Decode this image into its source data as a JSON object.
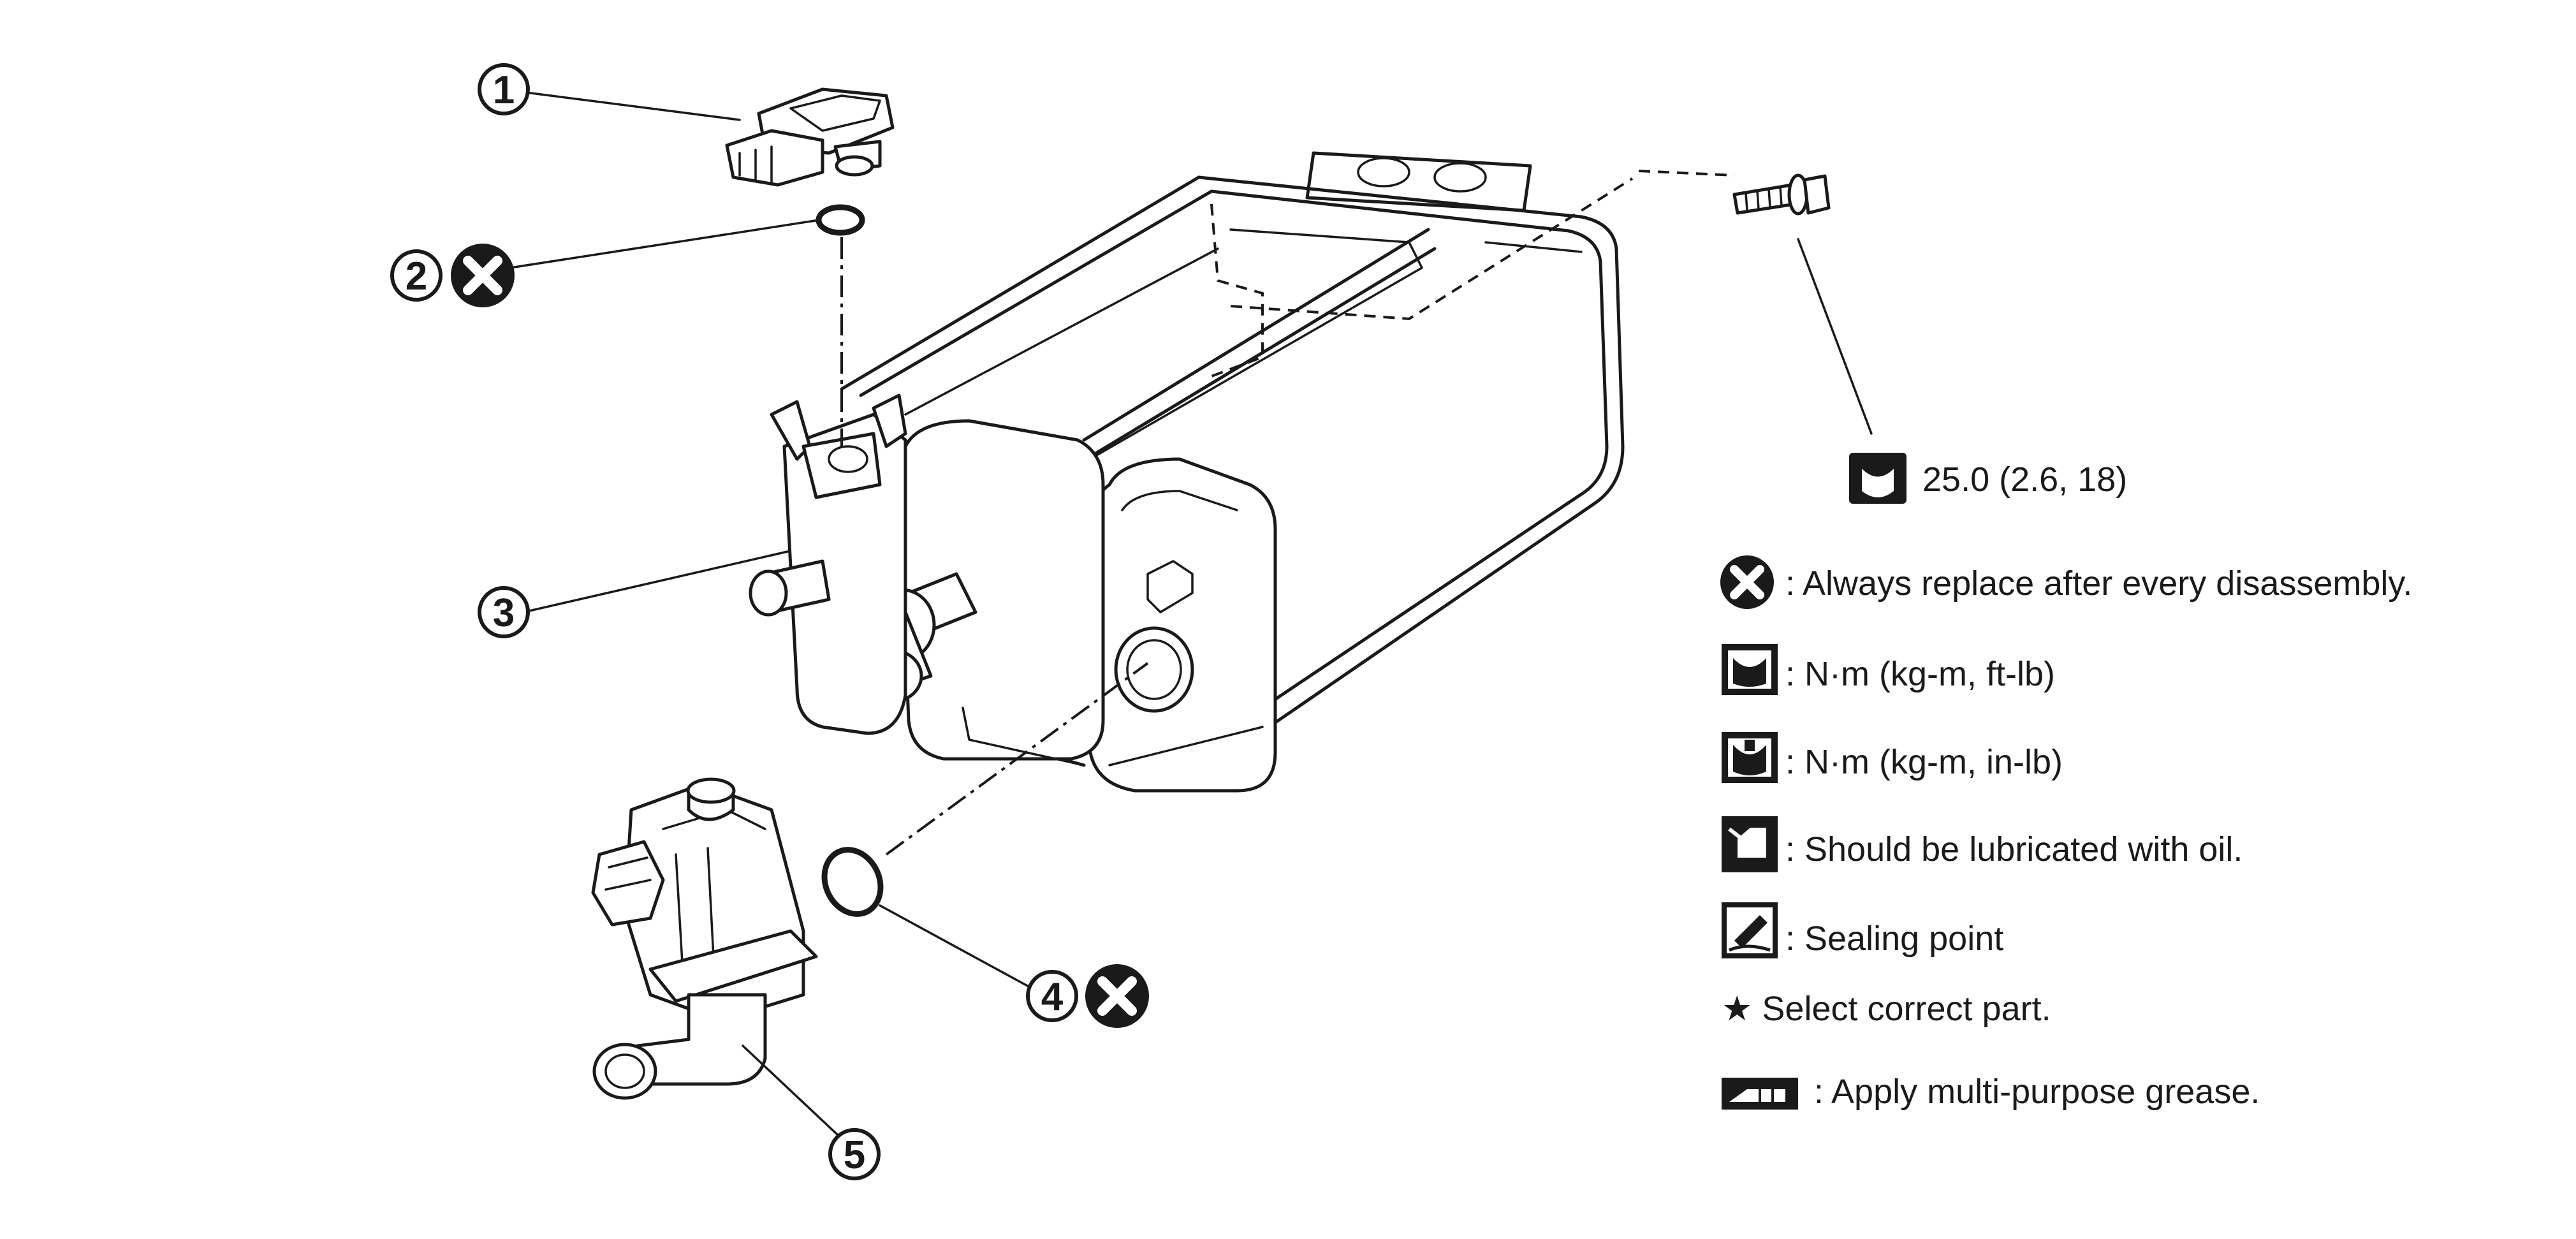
{
  "callouts": {
    "c1": "1",
    "c2": "2",
    "c3": "3",
    "c4": "4",
    "c5": "5"
  },
  "torque": {
    "value": "25.0 (2.6, 18)"
  },
  "legend": {
    "replace": ": Always replace after every disassembly.",
    "nm_ftlb": ": N·m (kg-m, ft-lb)",
    "nm_inlb": ": N·m (kg-m, in-lb)",
    "oil": ": Should be lubricated with oil.",
    "sealing": ": Sealing point",
    "select": "★ Select correct part.",
    "grease": ": Apply multi-purpose grease."
  },
  "icons": {
    "replace": "x-circle-icon",
    "torque_ftlb": "wrench-torque-icon",
    "torque_inlb": "wrench-torque-filled-icon",
    "oil": "oil-can-icon",
    "sealing": "sealant-icon",
    "grease": "grease-gun-icon"
  }
}
